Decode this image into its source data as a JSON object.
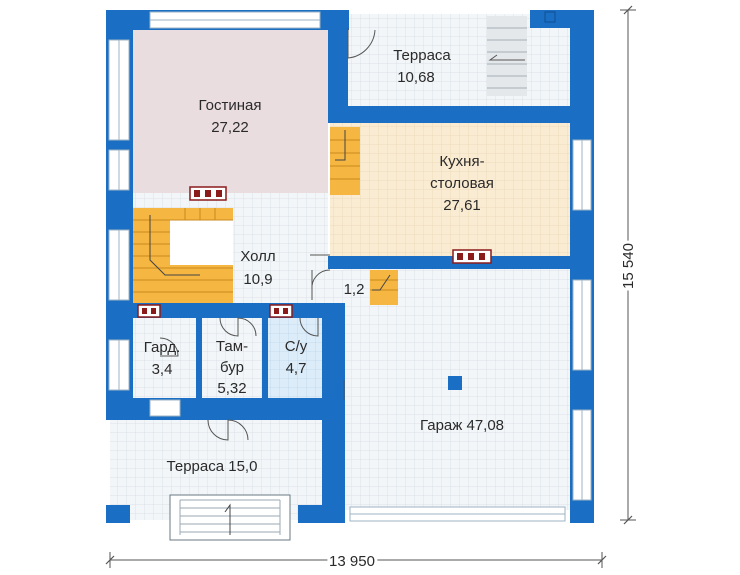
{
  "rooms": {
    "terrace_top": {
      "name": "Терраса",
      "area": "10,68"
    },
    "living": {
      "name": "Гостиная",
      "area": "27,22"
    },
    "kitchen": {
      "name_line1": "Кухня-",
      "name_line2": "столовая",
      "area": "27,61"
    },
    "hall": {
      "name": "Холл",
      "area": "10,9"
    },
    "storage": {
      "area": "1,2"
    },
    "wardrobe": {
      "name": "Гард.",
      "area": "3,4"
    },
    "vestibule": {
      "name_line1": "Там-",
      "name_line2": "бур",
      "area": "5,32"
    },
    "bathroom": {
      "name": "С/у",
      "area": "4,7"
    },
    "garage": {
      "label": "Гараж 47,08"
    },
    "terrace_bottom": {
      "label": "Терраса 15,0"
    }
  },
  "dimensions": {
    "width": "13 950",
    "height": "15 540"
  },
  "colors": {
    "wall": "#1a6fc4",
    "floor_tile": "#f3f6f8",
    "grid_line": "#d5dde3",
    "living_floor": "#e9dde0",
    "kitchen_floor": "#faecd2",
    "bathroom_floor": "#dcecf8",
    "stairs": "#f5b642",
    "fireplace": "#8b1a1a"
  }
}
